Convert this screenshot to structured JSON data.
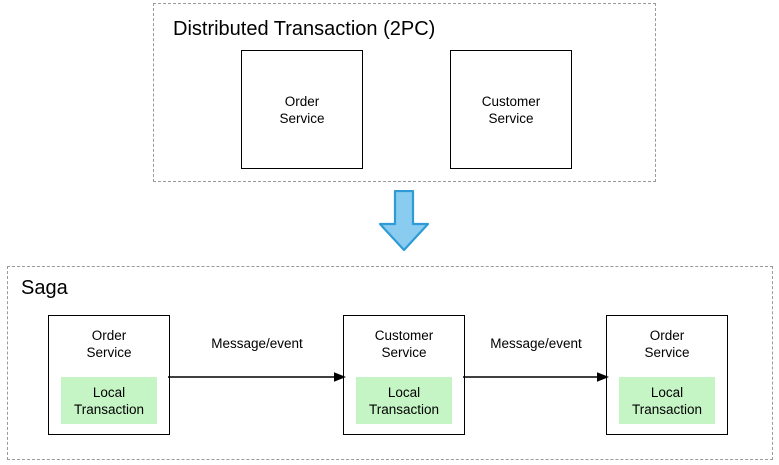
{
  "diagram": {
    "colors": {
      "background": "#ffffff",
      "stroke": "#000000",
      "dashed_border": "#9a9a9a",
      "local_transaction_fill": "#C5F5C5",
      "arrow_fill": "#8ACCEF",
      "arrow_stroke": "#2E9BD6"
    },
    "groups": [
      {
        "id": "distributed-transaction",
        "title": "Distributed Transaction (2PC)",
        "boxes": [
          {
            "id": "order-service",
            "label": "Order\nService"
          },
          {
            "id": "customer-service",
            "label": "Customer\nService"
          }
        ]
      },
      {
        "id": "saga",
        "title": "Saga",
        "boxes": [
          {
            "id": "order-service-1",
            "label": "Order\nService",
            "local_transaction": "Local\nTransaction"
          },
          {
            "id": "customer-service-1",
            "label": "Customer\nService",
            "local_transaction": "Local\nTransaction"
          },
          {
            "id": "order-service-2",
            "label": "Order\nService",
            "local_transaction": "Local\nTransaction"
          }
        ],
        "connectors": [
          {
            "id": "connector-0",
            "label": "Message/event"
          },
          {
            "id": "connector-1",
            "label": "Message/event"
          }
        ]
      }
    ],
    "transition_arrow": {
      "id": "down-arrow",
      "direction": "down"
    }
  }
}
